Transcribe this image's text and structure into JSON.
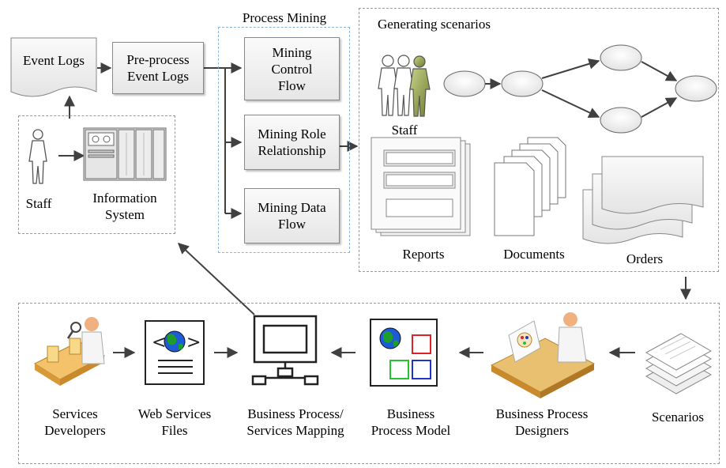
{
  "top_left": {
    "event_logs": "Event Logs",
    "preprocess_line1": "Pre-process",
    "preprocess_line2": "Event Logs",
    "staff": "Staff",
    "info_system_line1": "Information",
    "info_system_line2": "System"
  },
  "process_mining": {
    "title": "Process Mining",
    "control_flow": [
      "Mining",
      "Control",
      "Flow"
    ],
    "role_relationship": [
      "Mining Role",
      "Relationship"
    ],
    "data_flow": [
      "Mining Data",
      "Flow"
    ]
  },
  "generating_scenarios": {
    "title": "Generating scenarios",
    "staff": "Staff",
    "reports": "Reports",
    "documents": "Documents",
    "orders": "Orders"
  },
  "bottom_row": {
    "services_developers": [
      "Services",
      "Developers"
    ],
    "web_services_files": [
      "Web Services",
      "Files"
    ],
    "bp_services_mapping": [
      "Business Process/",
      "Services Mapping"
    ],
    "bp_model": [
      "Business",
      "Process Model"
    ],
    "bp_designers": [
      "Business Process",
      "Designers"
    ],
    "scenarios": "Scenarios"
  },
  "colors": {
    "arrow": "#404040",
    "staff_green": "#8a9a4a",
    "globe_blue": "#1e5bd6",
    "globe_green": "#1d9e2a",
    "model_red": "#e0202a",
    "model_green": "#27c233",
    "model_blue": "#2233c8",
    "figure_skin": "#f0b080",
    "desk_wood": "#e8c070"
  }
}
